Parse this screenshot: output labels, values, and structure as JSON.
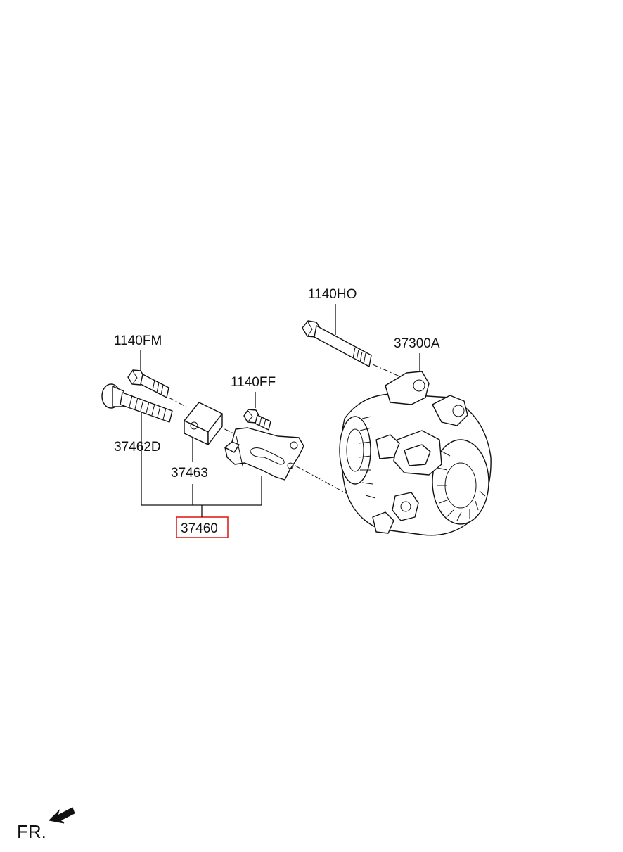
{
  "labels": {
    "bolt_long_upper": "1140HO",
    "alternator": "37300A",
    "bolt_left_upper": "1140FM",
    "bolt_bracket": "1140FF",
    "bolt_left_lower": "37462D",
    "spacer_block": "37463",
    "bracket_assembly": "37460"
  },
  "orientation": {
    "text": "FR.",
    "arrow_icon": "front-arrow-icon"
  },
  "colors": {
    "highlight_box": "#e0211b",
    "line": "#111111"
  }
}
